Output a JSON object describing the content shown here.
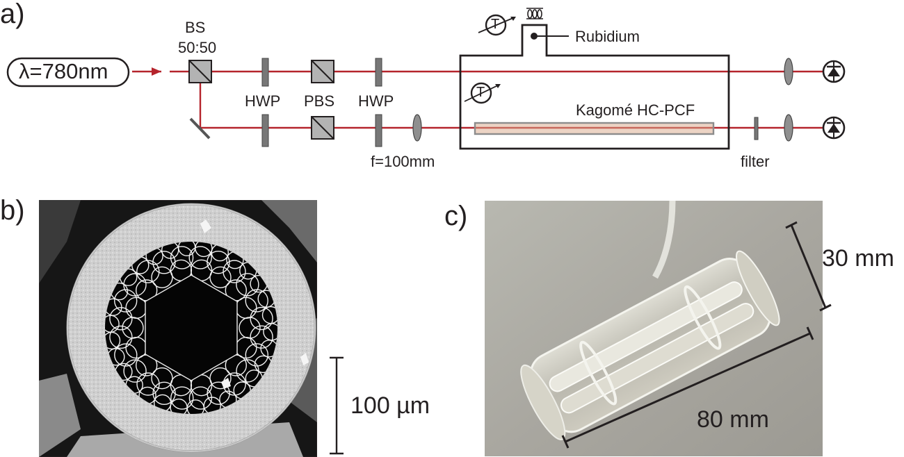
{
  "panel_a": {
    "letter": "a)",
    "source_label": "λ=780nm",
    "bs_label": "BS",
    "bs_ratio": "50:50",
    "hwp_label_1": "HWP",
    "pbs_label": "PBS",
    "hwp_label_2": "HWP",
    "lens_label": "f=100mm",
    "reservoir_label": "Rubidium",
    "fiber_label": "Kagomé HC-PCF",
    "filter_label": "filter",
    "thermometer_label": "T",
    "thermometer_label_2": "T"
  },
  "panel_b": {
    "letter": "b)",
    "scale_label": "100 µm"
  },
  "panel_c": {
    "letter": "c)",
    "width_label": "30 mm",
    "length_label": "80 mm"
  },
  "colors": {
    "beam": "#b5242c",
    "ink": "#231f20",
    "optic_gray": "#7a7a7a",
    "cube_fill": "#b3b3b3",
    "fiber_fill": "#d9a88a"
  }
}
